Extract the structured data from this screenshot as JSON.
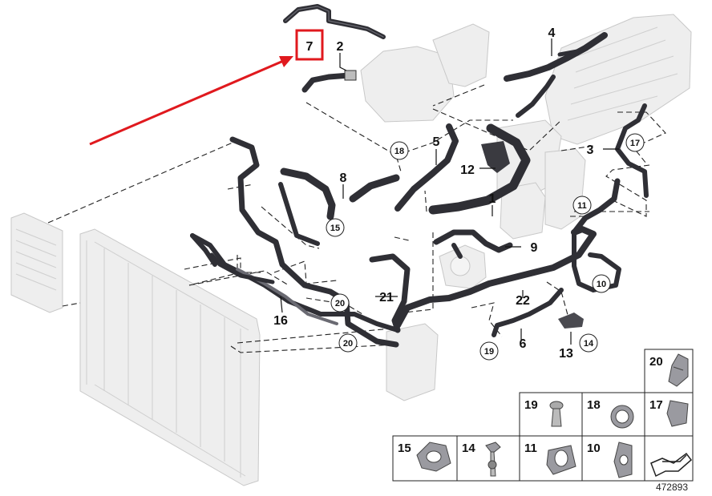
{
  "diagram": {
    "highlight": {
      "label": "7",
      "color": "#e0191e"
    },
    "callouts": [
      "1",
      "2",
      "3",
      "4",
      "5",
      "6",
      "7",
      "8",
      "9",
      "12",
      "13",
      "16",
      "21",
      "22"
    ],
    "circled_callouts": [
      "10",
      "11",
      "14",
      "15",
      "17",
      "18",
      "19",
      "20",
      "20b"
    ],
    "circled_text": {
      "10": "10",
      "11": "11",
      "14": "14",
      "15": "15",
      "17": "17",
      "18": "18",
      "19": "19",
      "20": "20",
      "20b": "20"
    },
    "labels": {
      "1": "1",
      "2": "2",
      "3": "3",
      "4": "4",
      "5": "5",
      "6": "6",
      "7": "7",
      "8": "8",
      "9": "9",
      "12": "12",
      "13": "13",
      "16": "16",
      "21": "21",
      "22": "22"
    },
    "parts_grid": {
      "row1": [
        {
          "label": "20"
        }
      ],
      "row2": [
        {
          "label": "19"
        },
        {
          "label": "18"
        },
        {
          "label": "17"
        }
      ],
      "row3": [
        {
          "label": "15"
        },
        {
          "label": "14"
        },
        {
          "label": "11"
        },
        {
          "label": "10"
        },
        {
          "label": ""
        }
      ]
    },
    "reference_number": "472893"
  },
  "colors": {
    "arrow": "#e0191e",
    "hose": "#2f2f35",
    "ghost_parts": "#eeeeee"
  }
}
